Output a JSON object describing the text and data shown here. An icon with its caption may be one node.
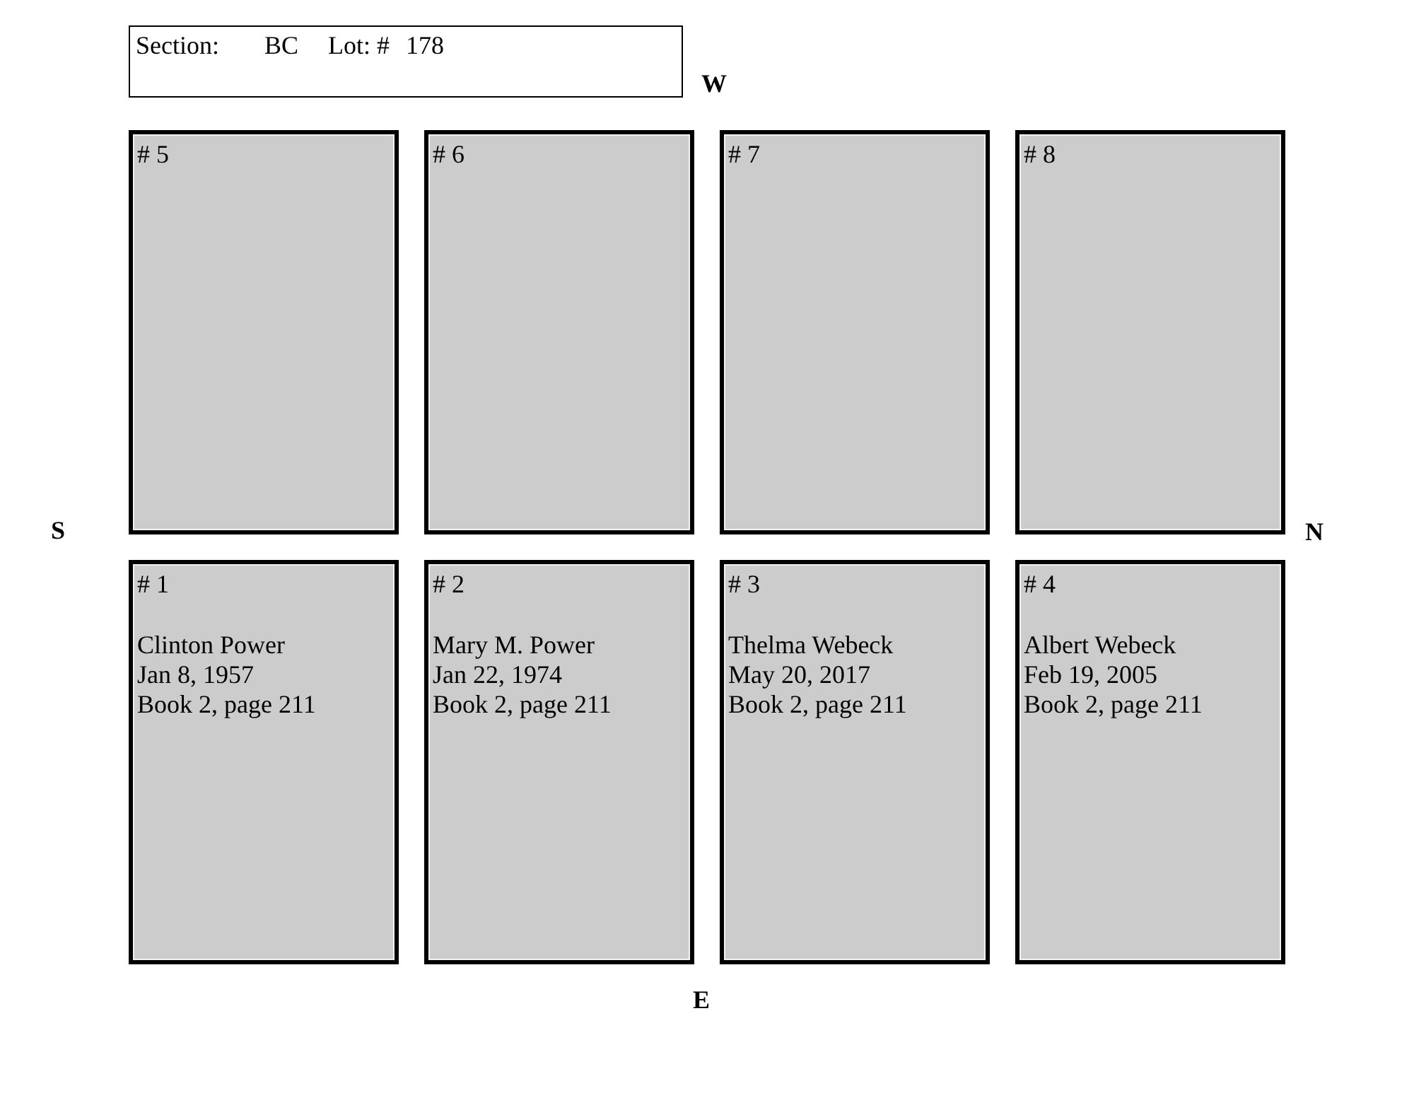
{
  "diagram": {
    "nodes": [
      {
        "text": [
          "Section:",
          "BC",
          "Lot: #",
          "178"
        ]
      },
      {
        "text": [
          "# 5"
        ]
      },
      {
        "text": [
          "# 6"
        ]
      },
      {
        "text": [
          "# 7"
        ]
      },
      {
        "text": [
          "# 8"
        ]
      },
      {
        "text": [
          "# 1",
          "Clinton Power",
          "Jan 8, 1957",
          "Book 2, page 211"
        ]
      },
      {
        "text": [
          "# 2",
          "Mary M. Power",
          "Jan 22, 1974",
          "Book 2, page 211"
        ]
      },
      {
        "text": [
          "# 3",
          "Thelma Webeck",
          "May 20, 2017",
          "Book 2, page 211"
        ]
      },
      {
        "text": [
          "# 4",
          "Albert Webeck",
          "Feb 19, 2005",
          "Book 2, page 211"
        ]
      }
    ],
    "labels": [
      "W",
      "S",
      "N",
      "E"
    ]
  }
}
